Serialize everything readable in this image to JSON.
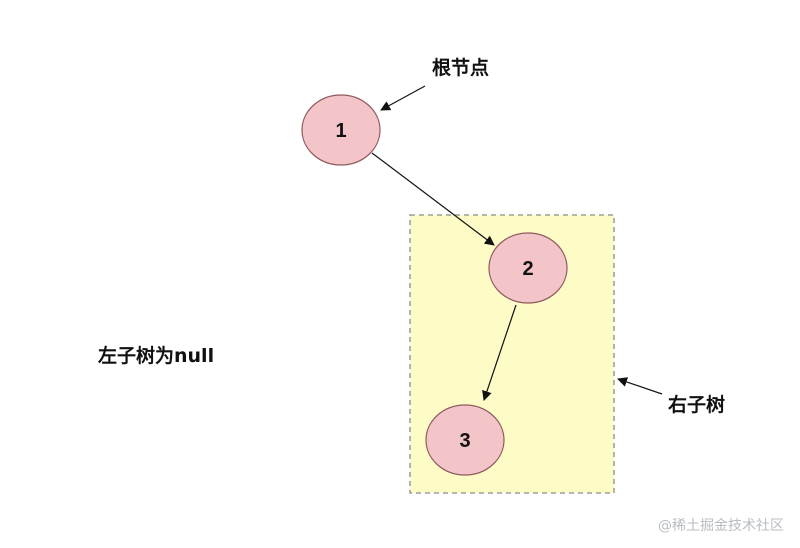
{
  "colors": {
    "node_fill": "#f3c4c8",
    "node_stroke": "#8f5a5f",
    "subtree_fill": "#fdfcc6",
    "subtree_border": "#8a8a8a",
    "arrow": "#111111"
  },
  "nodes": [
    {
      "id": "1",
      "label": "1"
    },
    {
      "id": "2",
      "label": "2"
    },
    {
      "id": "3",
      "label": "3"
    }
  ],
  "edges": [
    {
      "from": "1",
      "to": "2"
    },
    {
      "from": "2",
      "to": "3"
    }
  ],
  "callouts": {
    "root": "根节点",
    "left_subtree": "左子树为null",
    "right_subtree": "右子树"
  },
  "watermark": "@稀土掘金技术社区"
}
